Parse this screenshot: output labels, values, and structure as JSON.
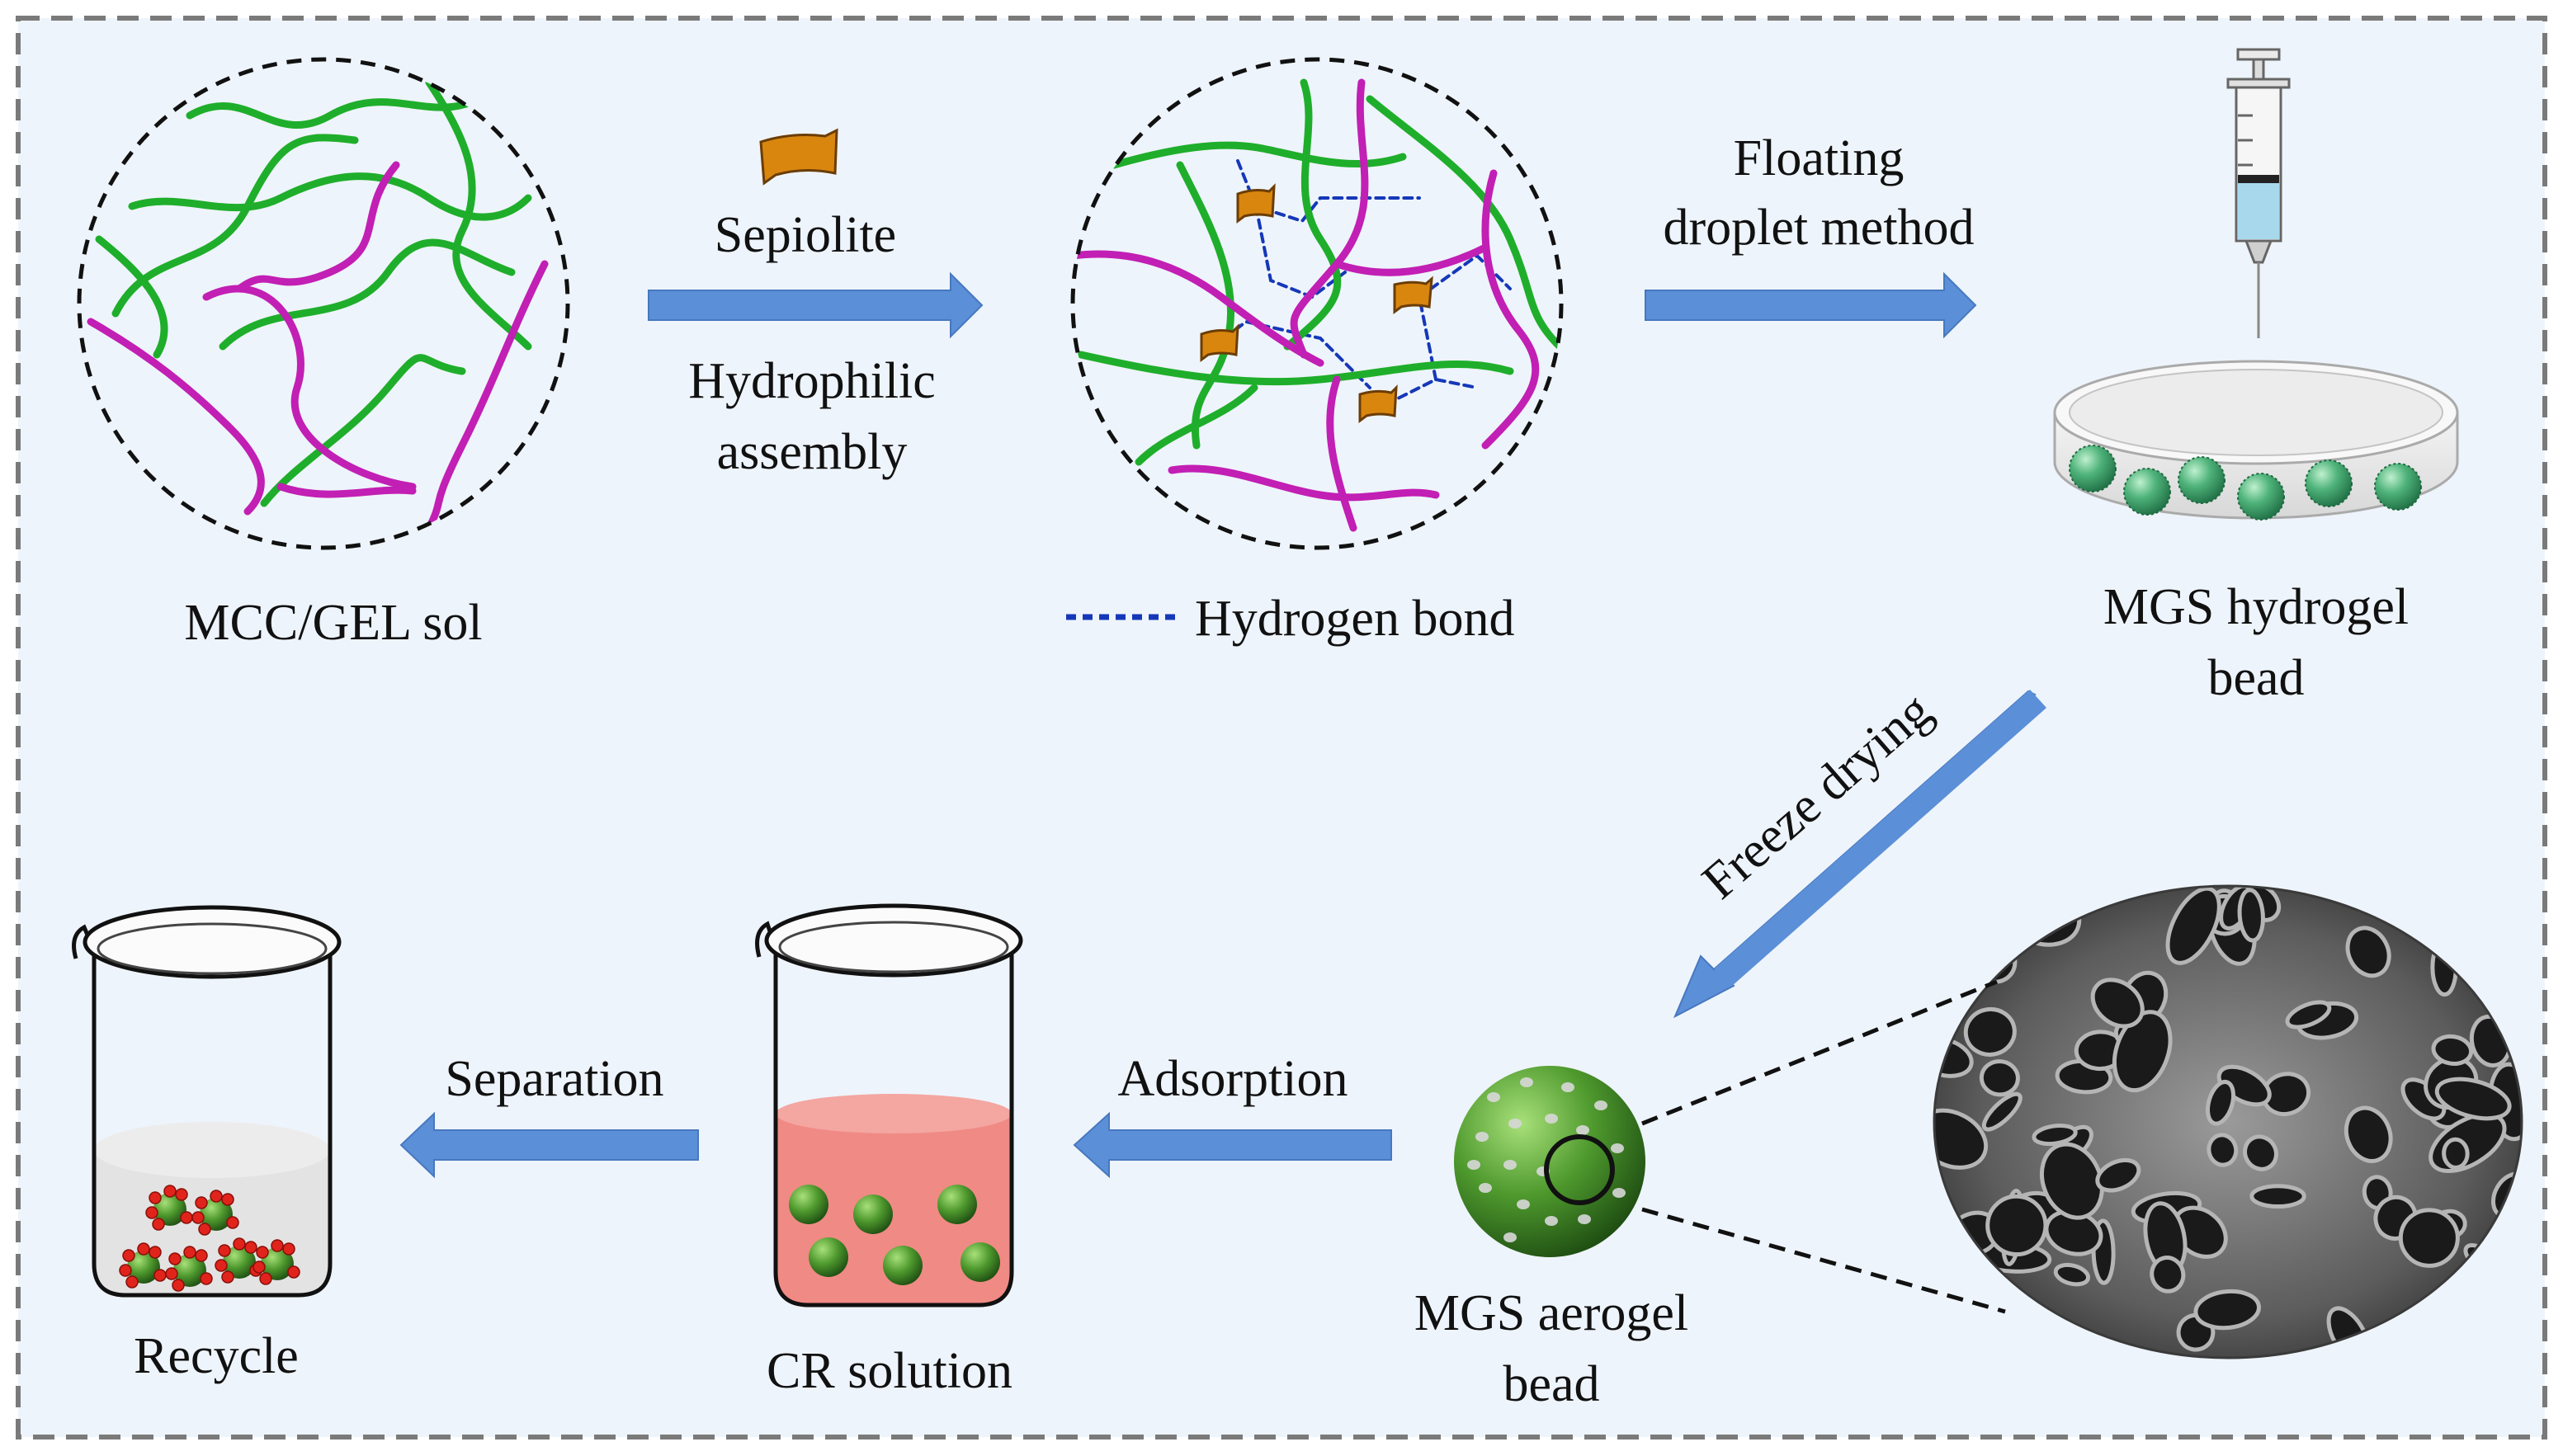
{
  "labels": {
    "mcc_gel_sol": "MCC/GEL sol",
    "sepiolite": "Sepiolite",
    "hydrophilic": "Hydrophilic",
    "assembly": "assembly",
    "hydrogen_bond": "Hydrogen bond",
    "floating": "Floating",
    "droplet_method": "droplet method",
    "mgs_hydrogel": "MGS hydrogel",
    "bead_1": "bead",
    "freeze_drying": "Freeze drying",
    "mgs_aerogel": "MGS aerogel",
    "bead_2": "bead",
    "adsorption": "Adsorption",
    "separation": "Separation",
    "cr_solution": "CR solution",
    "recycle": "Recycle"
  },
  "colors": {
    "background": "#eef4fb",
    "frame": "#7a7a7a",
    "arrow": "#5b8fd8",
    "green_fiber": "#1fae2b",
    "magenta_fiber": "#c21fb4",
    "sepiolite": "#d9860f",
    "hydrogen_bond": "#1538b8",
    "cr_solution": "#f08a85",
    "bead": "#3fa266"
  }
}
